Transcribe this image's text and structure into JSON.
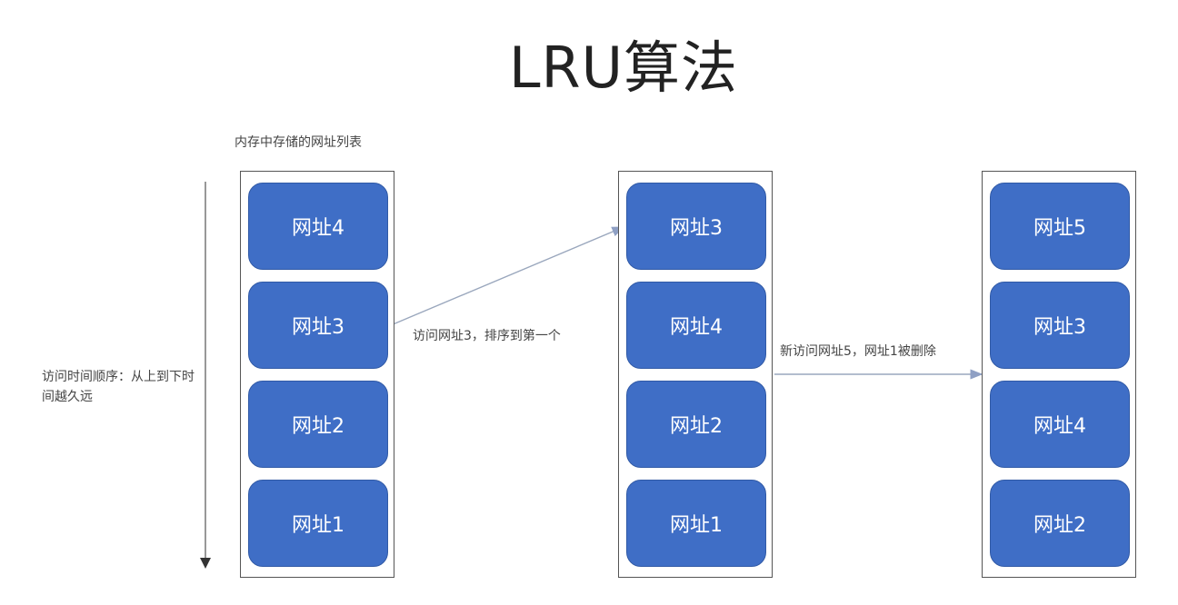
{
  "title": "LRU算法",
  "captions": {
    "memory_list": "内存中存储的网址列表",
    "access_order": "访问时间顺序：从上到下时间越久远",
    "step_access": "访问网址3，排序到第一个",
    "step_new": "新访问网址5，网址1被删除"
  },
  "columns": [
    {
      "cells": [
        "网址4",
        "网址3",
        "网址2",
        "网址1"
      ]
    },
    {
      "cells": [
        "网址3",
        "网址4",
        "网址2",
        "网址1"
      ]
    },
    {
      "cells": [
        "网址5",
        "网址3",
        "网址4",
        "网址2"
      ]
    }
  ],
  "colors": {
    "cell_fill": "#3f6ec6",
    "arrow": "#9aa7bd",
    "frame": "#555555"
  }
}
